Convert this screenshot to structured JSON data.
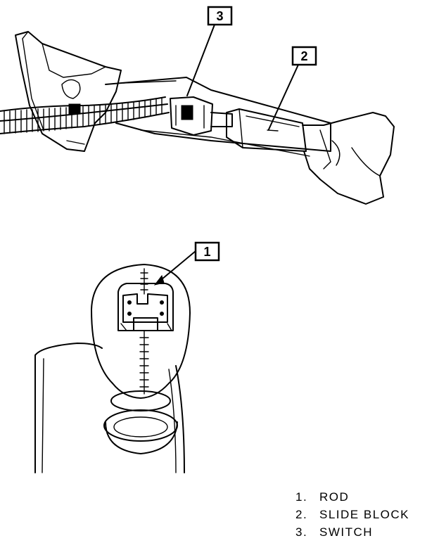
{
  "callouts": [
    {
      "number": "1",
      "target": "rod"
    },
    {
      "number": "2",
      "target": "slide-block"
    },
    {
      "number": "3",
      "target": "switch"
    }
  ],
  "legend": [
    {
      "number": "1.",
      "label": "ROD"
    },
    {
      "number": "2.",
      "label": "SLIDE BLOCK"
    },
    {
      "number": "3.",
      "label": "SWITCH"
    }
  ]
}
